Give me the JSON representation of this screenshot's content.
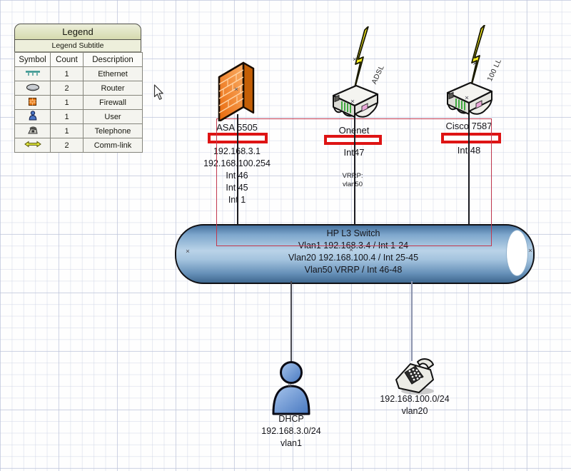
{
  "diagram": {
    "legend": {
      "title": "Legend",
      "subtitle": "Legend Subtitle",
      "columns": [
        "Symbol",
        "Count",
        "Description"
      ],
      "rows": [
        {
          "symbol": "ethernet",
          "count": "1",
          "description": "Ethernet"
        },
        {
          "symbol": "router",
          "count": "2",
          "description": "Router"
        },
        {
          "symbol": "firewall",
          "count": "1",
          "description": "Firewall"
        },
        {
          "symbol": "user",
          "count": "1",
          "description": "User"
        },
        {
          "symbol": "telephone",
          "count": "1",
          "description": "Telephone"
        },
        {
          "symbol": "comm-link",
          "count": "2",
          "description": "Comm-link"
        }
      ]
    },
    "firewall": {
      "label": "ASA 5505",
      "lines": [
        "192.168.3.1",
        "192.168.100.254",
        "Int 46",
        "Int 45",
        "Int 1"
      ]
    },
    "router_onenet": {
      "label": "Onenet",
      "wan_label": "ADSL",
      "interface": "Int47",
      "vrrp_line1": "VRRP:",
      "vrrp_line2": "vlan50"
    },
    "router_cisco": {
      "label": "Cisco 7587",
      "wan_label": "100 LL",
      "interface": "Int 48"
    },
    "switch": {
      "line1": "HP L3 Switch",
      "line2": "Vlan1 192.168.3.4 / Int 1-24",
      "line3": "Vlan20 192.168.100.4 / Int 25-45",
      "line4": "Vlan50 VRRP / Int 46-48"
    },
    "user_endpoint": {
      "line1": "DHCP",
      "line2": "192.168.3.0/24",
      "line3": "vlan1"
    },
    "phone_endpoint": {
      "line1": "192.168.100.0/24",
      "line2": "vlan20"
    },
    "handle_glyph": "×",
    "colors": {
      "highlight_box": "#DE1414",
      "frame_line": "#C2384E",
      "cylinder_blue": "#6690B8",
      "bolt_yellow": "#FFF21F",
      "firewall_orange": "#F08223",
      "user_blue": "#4A74C4",
      "legend_header": "#D5DAAE"
    }
  }
}
